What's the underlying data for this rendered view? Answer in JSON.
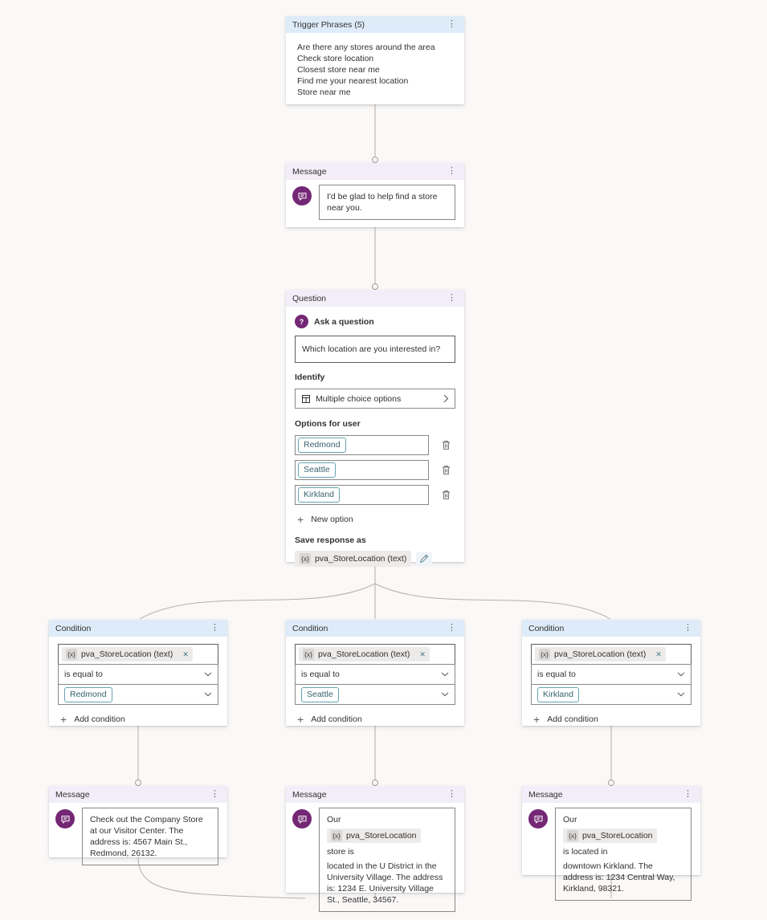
{
  "colors": {
    "canvas_bg": "#faf9f8",
    "node_bg": "#ffffff",
    "header_blue": "#deecf9",
    "header_lavender": "#f2edf9",
    "brand_purple": "#742774",
    "connector_gray": "#b3b0ad",
    "option_chip_teal": "#66a4b2",
    "variable_chip_gray": "#edebe9"
  },
  "icons": {
    "kebab": "⋮",
    "plus": "+",
    "dismiss": "✕",
    "question_mark": "?"
  },
  "trigger": {
    "title": "Trigger Phrases (5)",
    "phrases": [
      "Are there any stores around the area",
      "Check store location",
      "Closest store near me",
      "Find me your nearest location",
      "Store near me"
    ]
  },
  "intro_message": {
    "title": "Message",
    "text": "I'd be glad to help find a store near you."
  },
  "question": {
    "title": "Question",
    "ask_label": "Ask a question",
    "text": "Which location are you interested in?",
    "identify_label": "Identify",
    "identify_value": "Multiple choice options",
    "options_label": "Options for user",
    "options": [
      "Redmond",
      "Seattle",
      "Kirkland"
    ],
    "new_option_label": "New option",
    "save_label": "Save response as",
    "variable_tag": "{x}",
    "variable": "pva_StoreLocation (text)"
  },
  "conditions": [
    {
      "title": "Condition",
      "variable_tag": "{x}",
      "variable": "pva_StoreLocation (text)",
      "operator": "is equal to",
      "value": "Redmond",
      "add_label": "Add condition"
    },
    {
      "title": "Condition",
      "variable_tag": "{x}",
      "variable": "pva_StoreLocation (text)",
      "operator": "is equal to",
      "value": "Seattle",
      "add_label": "Add condition"
    },
    {
      "title": "Condition",
      "variable_tag": "{x}",
      "variable": "pva_StoreLocation (text)",
      "operator": "is equal to",
      "value": "Kirkland",
      "add_label": "Add condition"
    }
  ],
  "result_messages": [
    {
      "title": "Message",
      "text": "Check out the Company Store at our Visitor Center. The address is: 4567 Main St., Redmond, 26132."
    },
    {
      "title": "Message",
      "pre": "Our",
      "variable_tag": "{x}",
      "variable": "pva_StoreLocation",
      "after_var": "store is",
      "rest": "located in the U District in the University Village. The address is: 1234 E. University Village St., Seattle, 34567."
    },
    {
      "title": "Message",
      "pre": "Our",
      "variable_tag": "{x}",
      "variable": "pva_StoreLocation",
      "after_var": "is located in",
      "rest": "downtown Kirkland. The address is: 1234 Central Way, Kirkland, 98321."
    }
  ]
}
